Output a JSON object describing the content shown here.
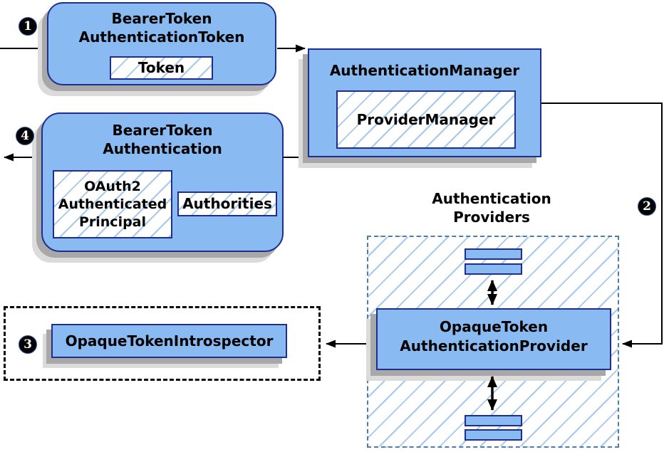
{
  "colors": {
    "node_fill": "#89BAF1",
    "node_border": "#1F2D8F",
    "hatch_line": "#A5C8EE",
    "container_border": "#4A7CB8",
    "shadow_dark": "#A8A8A8",
    "shadow_light": "#DBDBDB",
    "connector": "#000000",
    "badge_bg": "#050505",
    "badge_text": "#FFFFFF"
  },
  "badges": {
    "step1": "1",
    "step2": "2",
    "step3": "3",
    "step4": "4"
  },
  "nodes": {
    "bearer_token_authentication_token": {
      "title_line1": "BearerToken",
      "title_line2": "AuthenticationToken",
      "token_label": "Token"
    },
    "authentication_manager": {
      "title": "AuthenticationManager",
      "provider_manager_label": "ProviderManager"
    },
    "bearer_token_authentication": {
      "title_line1": "BearerToken",
      "title_line2": "Authentication",
      "principal_label": "OAuth2 Authenticated Principal",
      "authorities_label": "Authorities"
    },
    "introspector_group": {
      "introspector_label": "OpaqueTokenIntrospector"
    },
    "providers_group": {
      "title_line1": "Authentication",
      "title_line2": "Providers",
      "provider_title_line1": "OpaqueToken",
      "provider_title_line2": "AuthenticationProvider"
    }
  }
}
